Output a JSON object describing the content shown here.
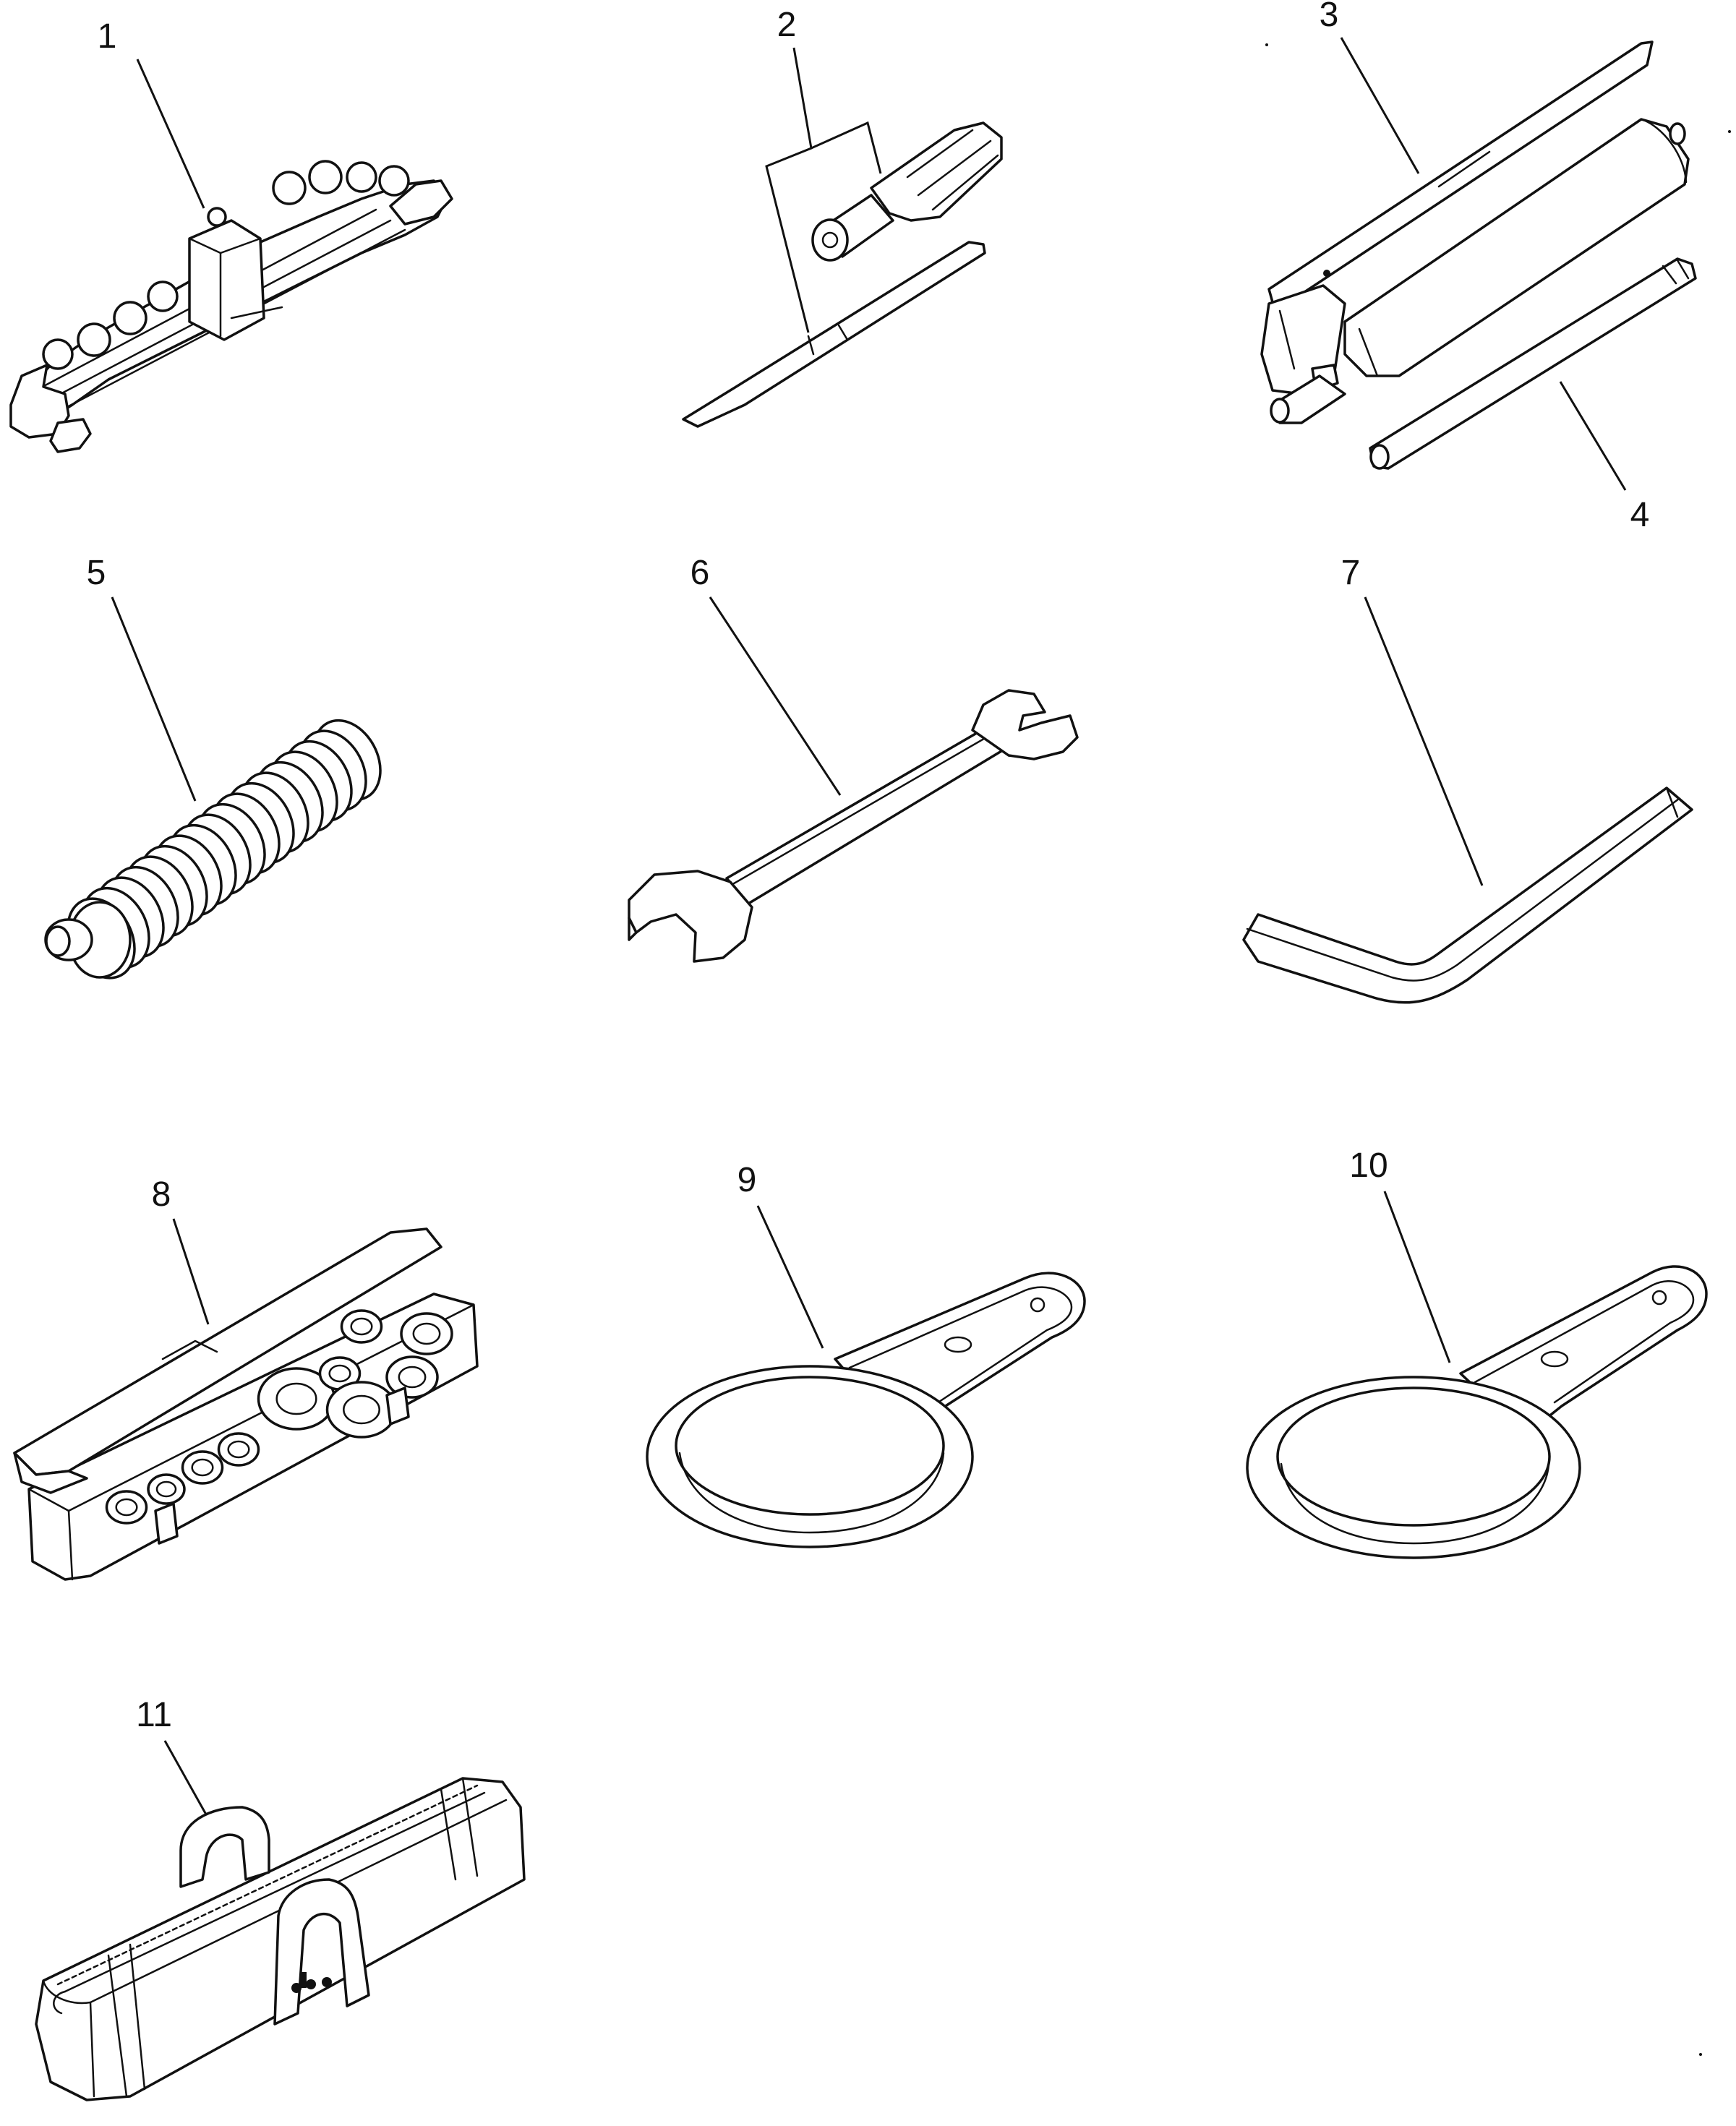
{
  "parts": [
    {
      "label": "1",
      "icon": "wrench-set-icon"
    },
    {
      "label": "2",
      "icon": "screwdriver-icon"
    },
    {
      "label": "3",
      "icon": "grease-gun-icon"
    },
    {
      "label": "4",
      "icon": "extension-pipe-icon"
    },
    {
      "label": "5",
      "icon": "spring-tool-icon"
    },
    {
      "label": "6",
      "icon": "open-end-wrench-icon"
    },
    {
      "label": "7",
      "icon": "hex-key-icon"
    },
    {
      "label": "8",
      "icon": "socket-set-box-icon"
    },
    {
      "label": "9",
      "icon": "filter-wrench-icon"
    },
    {
      "label": "10",
      "icon": "filter-wrench-icon"
    },
    {
      "label": "11",
      "icon": "tool-bag-icon"
    }
  ]
}
